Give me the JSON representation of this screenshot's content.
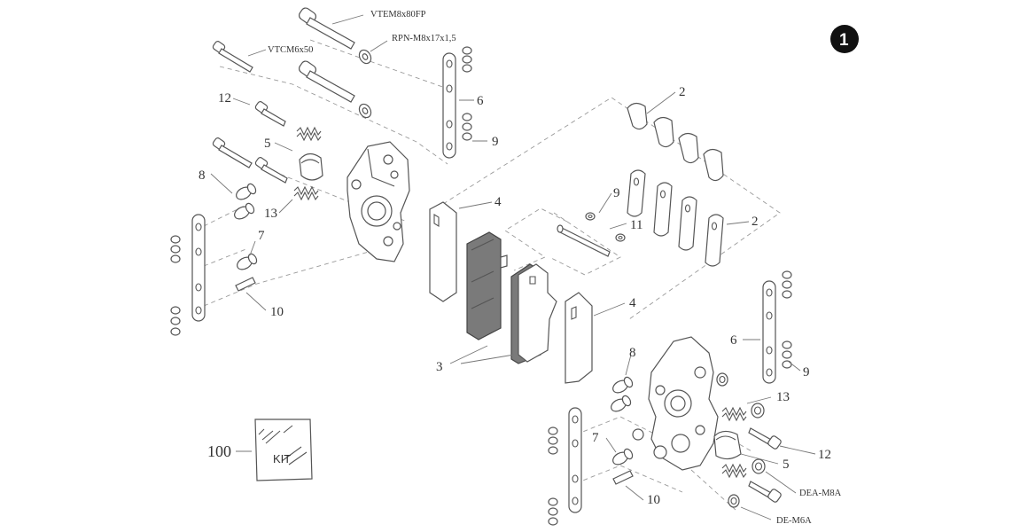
{
  "badge": "1",
  "labels": {
    "vtem": "VTEM8x80FP",
    "rpn": "RPN-M8x17x1,5",
    "vtcm": "VTCM6x50",
    "l12a": "12",
    "l5a": "5",
    "l8a": "8",
    "l13a": "13",
    "l7a": "7",
    "l10a": "10",
    "l6a": "6",
    "l9a": "9",
    "l4a": "4",
    "l2a": "2",
    "l9b": "9",
    "l11": "11",
    "l2b": "2",
    "l4b": "4",
    "l3": "3",
    "l8b": "8",
    "l6b": "6",
    "l9c": "9",
    "l13b": "13",
    "l12b": "12",
    "l5b": "5",
    "l7b": "7",
    "l10b": "10",
    "dea": "DEA-M8A",
    "de": "DE-M6A",
    "l100": "100"
  },
  "kit_label": "KIT",
  "colors": {
    "line": "#555555",
    "pad": "#7a7a7a",
    "badge": "#111111"
  }
}
